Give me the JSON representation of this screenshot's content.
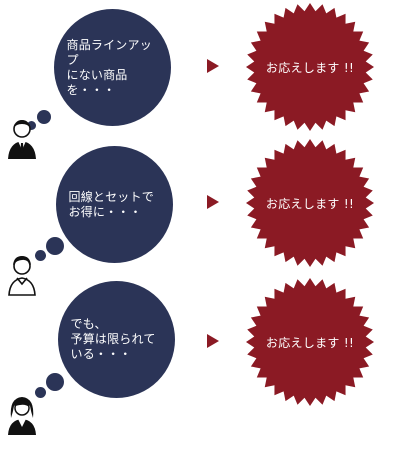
{
  "rows": [
    {
      "bubble_text": "商品ラインアップ\nにない商品を・・・",
      "response": "お応えします !!"
    },
    {
      "bubble_text": "回線とセットで\nお得に・・・",
      "response": "お応えします !!"
    },
    {
      "bubble_text": "でも、\n予算は限られて\nいる・・・",
      "response": "お応えします !!"
    }
  ],
  "colors": {
    "bubble": "#2b3457",
    "accent": "#8b1a24"
  },
  "icons": {
    "person_1": "businessman-icon",
    "person_2": "casual-man-icon",
    "person_3": "businesswoman-icon"
  }
}
